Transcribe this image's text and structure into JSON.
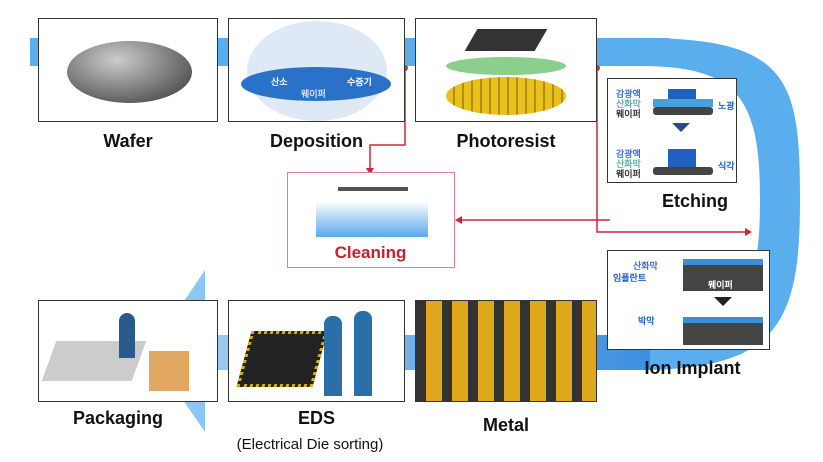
{
  "steps": {
    "wafer": "Wafer",
    "deposition": "Deposition",
    "photoresist": "Photoresist",
    "etching": "Etching",
    "cleaning": "Cleaning",
    "ion_implant": "Ion Implant",
    "metal": "Metal",
    "eds": "EDS",
    "eds_sub": "(Electrical  Die sorting)",
    "packaging": "Packaging"
  },
  "deposition_labels": {
    "oxygen": "산소",
    "vapor": "수증기",
    "wafer": "웨이퍼"
  },
  "etching_labels": {
    "photoresist": "감광액",
    "oxide": "산화막",
    "wafer": "웨이퍼",
    "exposure": "노광",
    "etch": "식각"
  },
  "implant_labels": {
    "oxide": "산화막",
    "implant": "임플란트",
    "wafer": "웨이퍼",
    "film": "박막"
  },
  "colors": {
    "flow": "#4aa3e8",
    "arrow": "#d0263a",
    "cleaning_text": "#c8202f"
  }
}
